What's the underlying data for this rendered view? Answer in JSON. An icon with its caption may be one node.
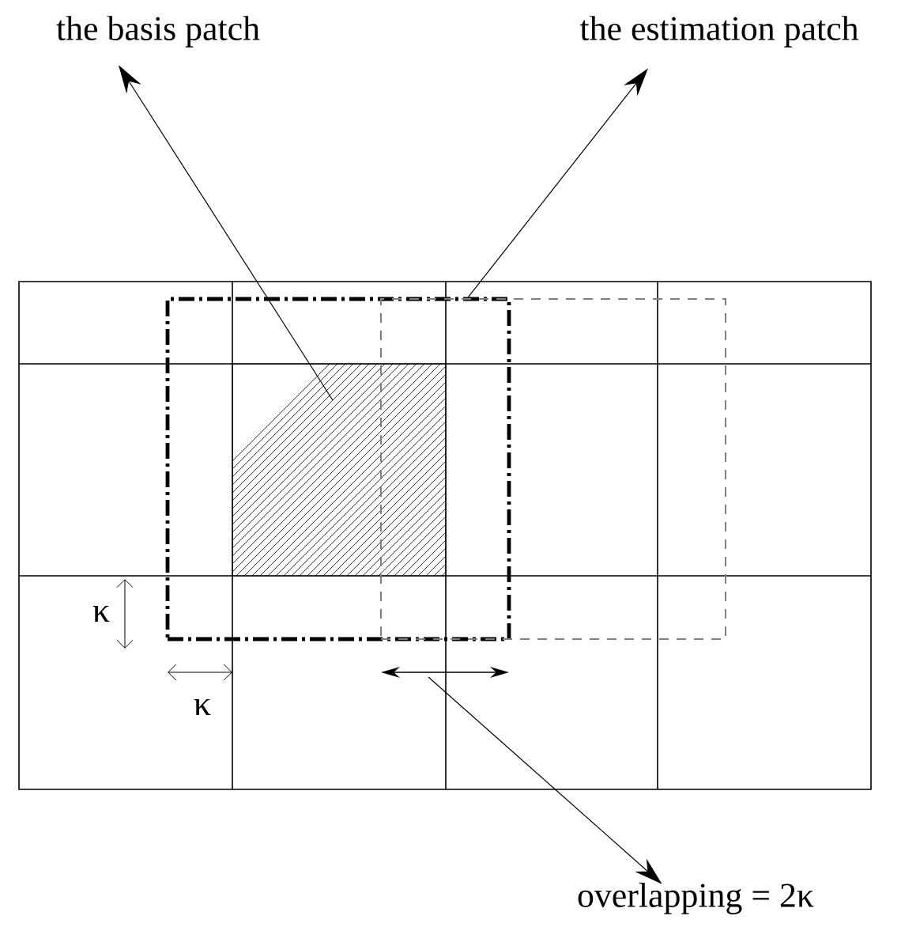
{
  "diagram": {
    "nodes": [
      {
        "text": [
          "the basis patch"
        ]
      },
      {
        "text": [
          "the estimation patch"
        ]
      },
      {
        "text": [
          "overlapping = 2κ"
        ]
      },
      {
        "text": [],
        "shape": "box"
      },
      {
        "text": [],
        "shape": "box"
      },
      {
        "text": [],
        "shape": "box"
      }
    ],
    "edges": [
      {
        "from": 3,
        "to": 0,
        "arrow": "to"
      },
      {
        "from": 4,
        "to": 1,
        "arrow": "to"
      },
      {
        "from": null,
        "to": 2,
        "arrow": "to"
      }
    ],
    "labels": [
      "κ",
      "κ"
    ]
  }
}
